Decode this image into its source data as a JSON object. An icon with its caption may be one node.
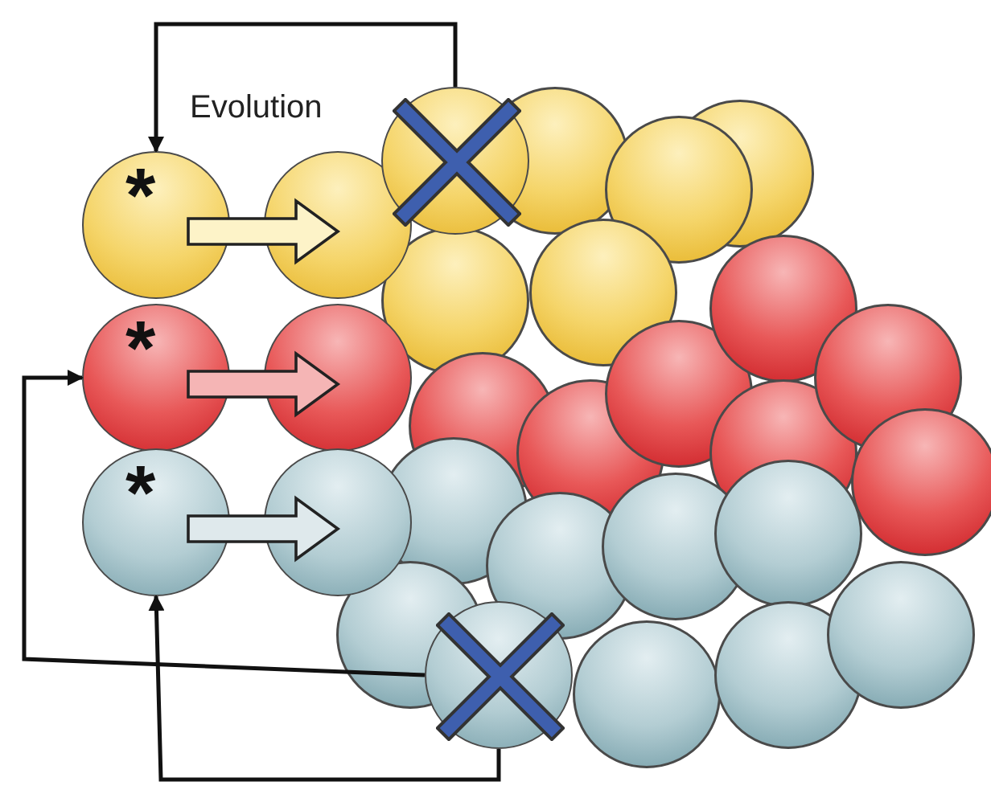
{
  "diagram": {
    "nodes": [
      {
        "text": [
          "*"
        ]
      },
      {
        "text": [
          "*"
        ]
      },
      {
        "text": [
          "*"
        ]
      },
      {
        "text": [],
        "shape": "circle"
      },
      {
        "text": [],
        "shape": "circle"
      },
      {
        "text": [],
        "shape": "circle"
      },
      {
        "text": [],
        "shape": "circle"
      },
      {
        "text": [],
        "shape": "circle"
      }
    ],
    "edges": [
      {
        "from": 6,
        "to": 0,
        "arrow": "to"
      },
      {
        "from": 7,
        "to": 1,
        "arrow": "to"
      },
      {
        "from": 7,
        "to": 2,
        "arrow": "to"
      },
      {
        "from": 0,
        "to": 3,
        "arrow": "to",
        "style": "thick",
        "color": "#fdf3c8"
      },
      {
        "from": 1,
        "to": 4,
        "arrow": "to",
        "style": "thick",
        "color": "#f5b5b5"
      },
      {
        "from": 2,
        "to": 5,
        "arrow": "to",
        "style": "thick",
        "color": "#dfe9ec"
      }
    ],
    "labels": [
      "Evolution"
    ]
  }
}
